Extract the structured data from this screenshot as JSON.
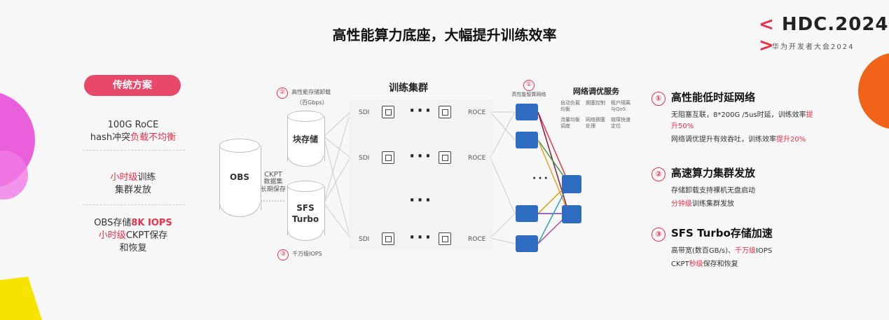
{
  "title": "高性能算力底座，大幅提升训练效率",
  "logo": {
    "left": "<",
    "text": "HDC.2024",
    "right": ">",
    "sub": "华为开发者大会2024"
  },
  "traditional": {
    "pill": "传统方案",
    "items": [
      {
        "line1": "100G RoCE",
        "line2a": "hash冲突",
        "line2b": "负载不均衡"
      },
      {
        "line1a": "小时级",
        "line1b": "训练",
        "line2": "集群发放"
      },
      {
        "line1a": "OBS存储",
        "line1b": "8K IOPS",
        "line2a": "小时级",
        "line2b": "CKPT保存",
        "line3": "和恢复"
      }
    ]
  },
  "diagram": {
    "cluster_title": "训练集群",
    "network_service_title": "网络调优服务",
    "label1_num": "①",
    "label1": "高性能智算网络",
    "label2_num": "②",
    "label2": "高性能存储卸载",
    "label2b": "（百Gbps）",
    "label3_num": "③",
    "label3": "千万级IOPS",
    "obs": "OBS",
    "block": "块存储",
    "sfs1": "SFS",
    "sfs2": "Turbo",
    "ckpt1": "CKPT",
    "ckpt2": "数据集",
    "ckpt3": "长期保存",
    "sdi": "SDI",
    "roce": "ROCE",
    "dots": "···",
    "services": [
      "自动负载均衡",
      "拥塞控制",
      "流量均衡调度",
      "网络拥塞处理",
      "租户隔离与QoS",
      "故障快速定位"
    ]
  },
  "right": [
    {
      "num": "①",
      "title": "高性能低时延网络",
      "l1a": "无阻塞互联，8*200G /5us时延，训练效率",
      "l1b": "提",
      "l2": "升50%",
      "l3a": "网络调优提升有效吞吐，训练效率",
      "l3b": "提升20%"
    },
    {
      "num": "②",
      "title": "高速算力集群发放",
      "l1": "存储卸载支持裸机无盘启动",
      "l2a": "分钟级",
      "l2b": "训练集群发放"
    },
    {
      "num": "③",
      "title": "SFS Turbo存储加速",
      "l1a": "高带宽(数百GB/s)、",
      "l1b": "千万级",
      "l1c": "IOPS",
      "l2a": "CKPT",
      "l2b": "秒级",
      "l2c": "保存和恢复"
    }
  ],
  "colors": {
    "accent": "#e8314a",
    "pill": "#e8486a",
    "switch": "#2d6cc0"
  }
}
